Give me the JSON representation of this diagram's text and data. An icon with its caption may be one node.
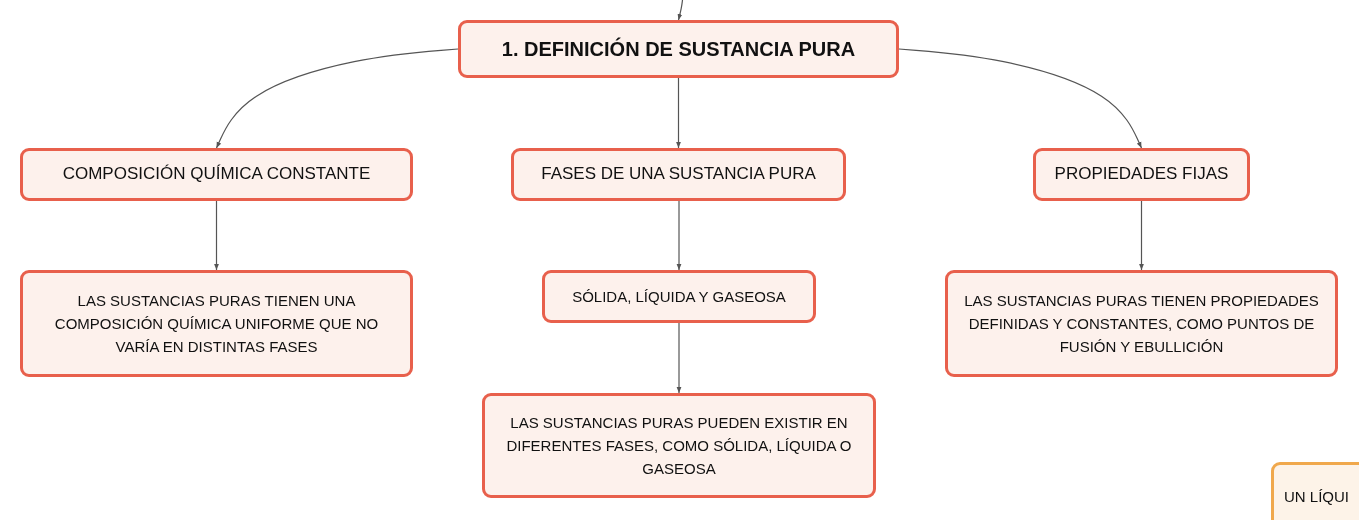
{
  "diagram": {
    "nodes": [
      {
        "text": [
          "1. DEFINICIÓN DE SUSTANCIA PURA"
        ]
      },
      {
        "text": [
          "COMPOSICIÓN QUÍMICA CONSTANTE"
        ]
      },
      {
        "text": [
          "FASES DE UNA SUSTANCIA PURA"
        ]
      },
      {
        "text": [
          "PROPIEDADES FIJAS"
        ]
      },
      {
        "text": [
          "LAS SUSTANCIAS PURAS TIENEN UNA COMPOSICIÓN QUÍMICA UNIFORME QUE NO VARÍA EN DISTINTAS FASES"
        ]
      },
      {
        "text": [
          "SÓLIDA, LÍQUIDA Y GASEOSA"
        ]
      },
      {
        "text": [
          "LAS SUSTANCIAS PURAS PUEDEN EXISTIR EN DIFERENTES FASES, COMO SÓLIDA, LÍQUIDA O GASEOSA"
        ]
      },
      {
        "text": [
          "LAS SUSTANCIAS PURAS TIENEN PROPIEDADES DEFINIDAS Y CONSTANTES, COMO PUNTOS DE FUSIÓN Y EBULLICIÓN"
        ]
      },
      {
        "text": [
          "UN LÍQUI"
        ]
      }
    ],
    "edges": [
      {
        "from": null,
        "to": 0,
        "arrow": "to"
      },
      {
        "from": 0,
        "to": 1,
        "arrow": "to"
      },
      {
        "from": 0,
        "to": 2,
        "arrow": "to"
      },
      {
        "from": 0,
        "to": 3,
        "arrow": "to"
      },
      {
        "from": 1,
        "to": 4,
        "arrow": "to"
      },
      {
        "from": 2,
        "to": 5,
        "arrow": "to"
      },
      {
        "from": 5,
        "to": 6,
        "arrow": "to"
      },
      {
        "from": 3,
        "to": 7,
        "arrow": "to"
      }
    ]
  }
}
